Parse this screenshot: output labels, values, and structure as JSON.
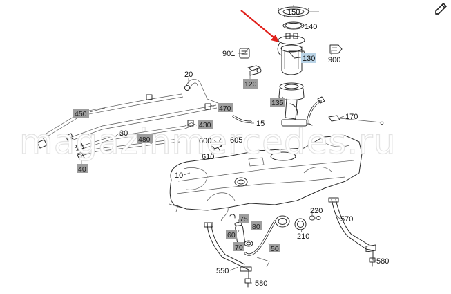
{
  "watermark": "magazinmercedes.ru",
  "toolbar": {
    "edit_icon": "edit-icon"
  },
  "highlight_color": "#b9d3e6",
  "arrow_color": "#e0201b",
  "callouts": {
    "150": "150",
    "140": "140",
    "130": "130",
    "901": "901",
    "900": "900",
    "120": "120",
    "20": "20",
    "450": "450",
    "470": "470",
    "135": "135",
    "15": "15",
    "170": "170",
    "430": "430",
    "30": "30",
    "480": "480",
    "600": "600",
    "605": "605",
    "610": "610",
    "40": "40",
    "10": "10",
    "220": "220",
    "570": "570",
    "75": "75",
    "60": "60",
    "80": "80",
    "210": "210",
    "70": "70",
    "50": "50",
    "550": "550",
    "580a": "580",
    "580b": "580"
  }
}
